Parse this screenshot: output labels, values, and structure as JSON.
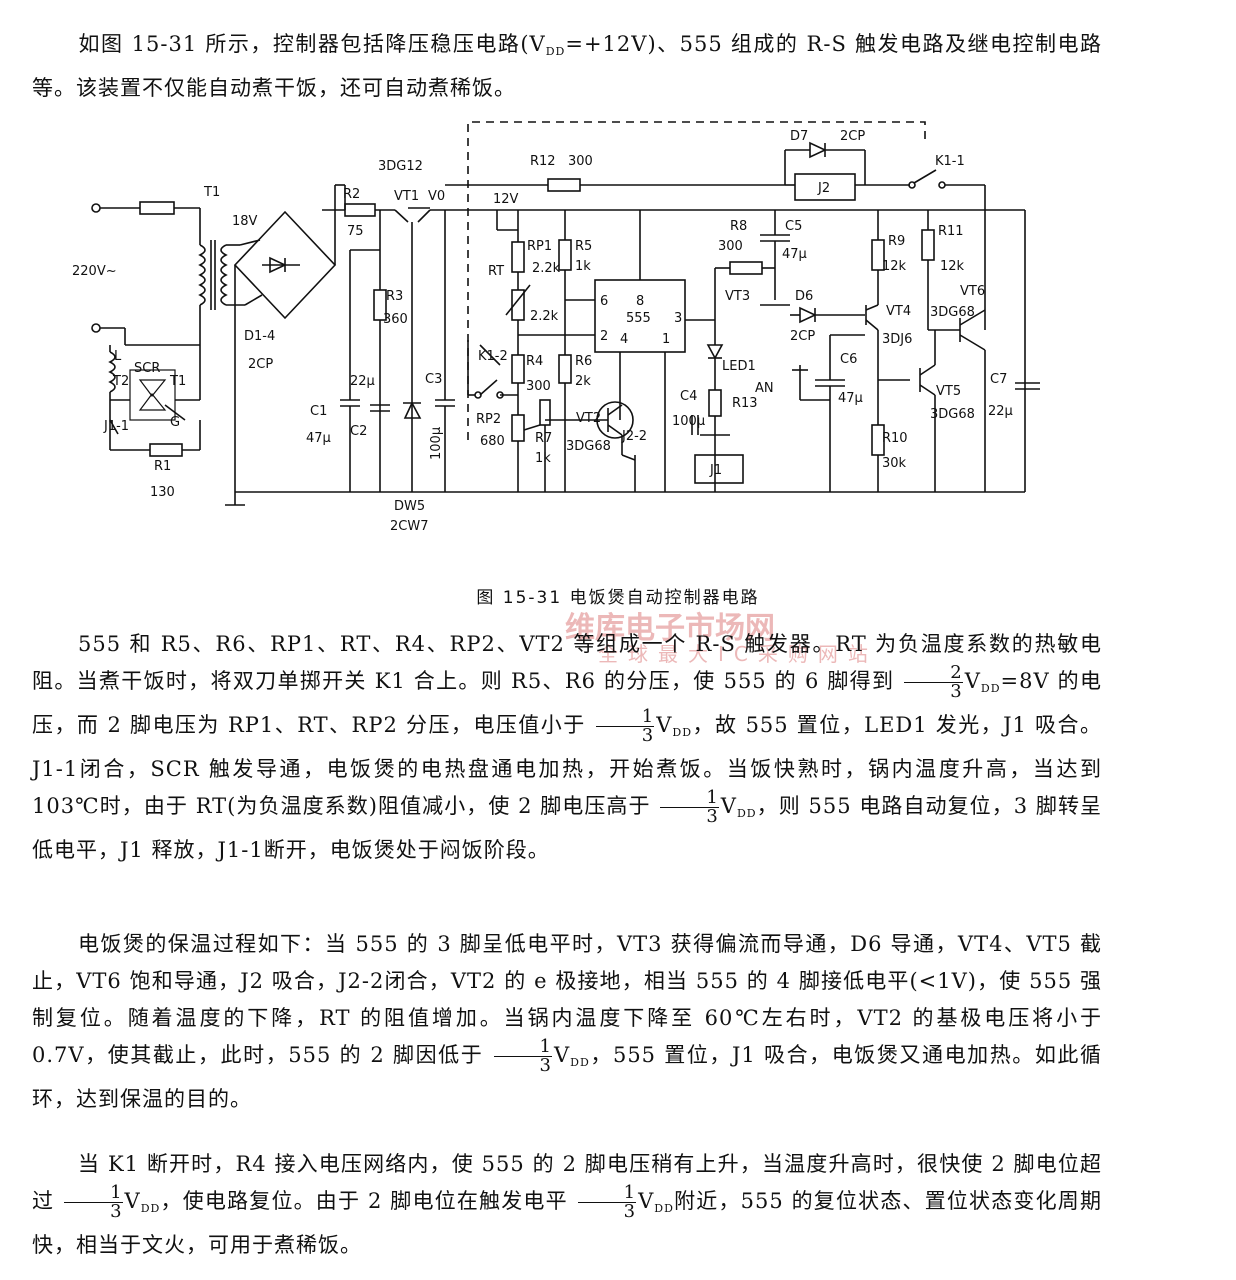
{
  "intro": "如图 15-31 所示，控制器包括降压稳压电路(V",
  "intro_sub": "DD",
  "intro_rest": "=+12V)、555 组成的 R-S 触发电路及继电控制电路等。该装置不仅能自动煮干饭，还可自动煮稀饭。",
  "caption": "图 15-31   电饭煲自动控制器电路",
  "watermark": {
    "line1": "维库电子市场网",
    "line2": "全球最大IC采购网站"
  },
  "labels": {
    "v220": "220V~",
    "t1": "T1",
    "v18": "18V",
    "d14": "D1-4",
    "cp2": "2CP",
    "r2": "R2",
    "r2v": "75",
    "vt1": "VT1",
    "vt1type": "3DG12",
    "v0": "V0",
    "r3": "R3",
    "r3v": "360",
    "c1": "C1",
    "c1v": "47μ",
    "c2": "C2",
    "c2v": "22μ",
    "c3": "C3",
    "c3v": "100μ",
    "dw5": "DW5",
    "dw5v": "2CW7",
    "l": "L",
    "scr": "SCR",
    "t2": "T2",
    "t1b": "T1",
    "g": "G",
    "j11": "J1-1",
    "r1": "R1",
    "r1v": "130",
    "r12": "R12",
    "r12v": "300",
    "v12": "12V",
    "rp1": "RP1",
    "rp1v": "2.2k",
    "rt": "RT",
    "rtv": "2.2k",
    "k12": "K1-2",
    "r5": "R5",
    "r5v": "1k",
    "r4": "R4",
    "r4v": "300",
    "r6": "R6",
    "r6v": "2k",
    "rp2": "RP2",
    "rp2v": "680",
    "r7": "R7",
    "r7v": "1k",
    "ic": "555",
    "pin8": "8",
    "pin6": "6",
    "pin2": "2",
    "pin4": "4",
    "pin1": "1",
    "pin3": "3",
    "vt2": "VT2",
    "vt2type": "3DG68",
    "j22": "J2-2",
    "d7": "D7",
    "d7v": "2CP",
    "j2": "J2",
    "k11": "K1-1",
    "r8": "R8",
    "r8v": "300",
    "c5": "C5",
    "c5v": "47μ",
    "vt3": "VT3",
    "d6": "D6",
    "d6v": "2CP",
    "led1": "LED1",
    "r13": "R13",
    "c4": "C4",
    "c4v": "100μ",
    "j1": "J1",
    "an": "AN",
    "c6": "C6",
    "c6v": "47μ",
    "r9": "R9",
    "r9v": "12k",
    "vt4": "VT4",
    "vt4type": "3DJ6",
    "r10": "R10",
    "r10v": "30k",
    "r11": "R11",
    "r11v": "12k",
    "vt6": "VT6",
    "vt6type": "3DG68",
    "vt5": "VT5",
    "vt5type": "3DG68",
    "c7": "C7",
    "c7v": "22μ"
  },
  "para1": {
    "a": "555 和 R5、R6、RP1、RT、R4、RP2、VT2 等组成一个 R-S 触发器。RT 为负温度系数的热敏电阻。当煮干饭时，将双刀单掷开关 K1 合上。则 R5、R6 的分压，使 555 的 6 脚得到",
    "f1n": "2",
    "f1d": "3",
    "b": "V",
    "b2": "=8V 的电压，而 2 脚电压为 RP1、RT、RP2 分压，电压值小于",
    "f2n": "1",
    "f2d": "3",
    "c": "V",
    "c2": "，故 555 置位，LED1 发光，J1 吸合。J1-1闭合，SCR 触发导通，电饭煲的电热盘通电加热，开始煮饭。当饭快熟时，锅内温度升高，当达到 103℃时，由于 RT(为负温度系数)阻值减小，使 2 脚电压高于",
    "f3n": "1",
    "f3d": "3",
    "d": "V",
    "d2": "，则 555 电路自动复位，3 脚转呈低电平，J1 释放，J1-1断开，电饭煲处于闷饭阶段。"
  },
  "para2": {
    "a": "电饭煲的保温过程如下：当 555 的 3 脚呈低电平时，VT3 获得偏流而导通，D6 导通，VT4、VT5 截止，VT6 饱和导通，J2 吸合，J2-2闭合，VT2 的 e 极接地，相当 555 的 4 脚接低电平(<1V)，使 555 强制复位。随着温度的下降，RT 的阻值增加。当锅内温度下降至 60℃左右时，VT2 的基极电压将小于 0.7V，使其截止，此时，555 的 2 脚因低于",
    "fn": "1",
    "fd": "3",
    "b": "V",
    "b2": "，555 置位，J1 吸合，电饭煲又通电加热。如此循环，达到保温的目的。"
  },
  "para3": {
    "a": "当 K1 断开时，R4 接入电压网络内，使 555 的 2 脚电压稍有上升，当温度升高时，很快使 2 脚电位超过",
    "f1n": "1",
    "f1d": "3",
    "b": "V",
    "b2": "，使电路复位。由于 2 脚电位在触发电平",
    "f2n": "1",
    "f2d": "3",
    "c": "V",
    "c2": "附近，555 的复位状态、置位状态变化周期快，相当于文火，可用于煮稀饭。"
  },
  "sub_dd": "DD"
}
